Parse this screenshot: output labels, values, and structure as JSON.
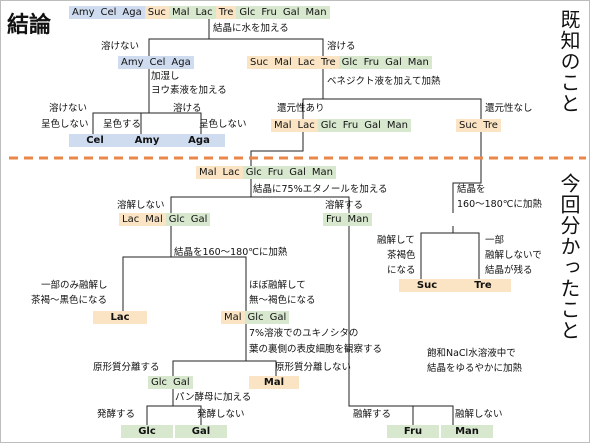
{
  "title": "結論",
  "side_known": "既知のこと",
  "side_found": "今回分かったこと",
  "colors": {
    "green": "#d8e8cf",
    "orange": "#fbe4c4",
    "blue": "#cfdcf0",
    "dash": "#e9874a"
  },
  "nodes": {
    "root": [
      "Amy",
      "Cel",
      "Aga",
      "Suc",
      "Mal",
      "Lac",
      "Tre",
      "Glc",
      "Fru",
      "Gal",
      "Man"
    ],
    "insol": [
      "Amy",
      "Cel",
      "Aga"
    ],
    "sol": [
      "Suc",
      "Mal",
      "Lac",
      "Tre",
      "Glc",
      "Fru",
      "Gal",
      "Man"
    ],
    "red": [
      "Mal",
      "Lac",
      "Glc",
      "Fru",
      "Gal",
      "Man"
    ],
    "nonred": [
      "Suc",
      "Tre"
    ],
    "cel": "Cel",
    "amy": "Amy",
    "aga": "Aga",
    "red2": [
      "Mal",
      "Lac",
      "Glc",
      "Fru",
      "Gal",
      "Man"
    ],
    "dis": [
      "Lac",
      "Mal",
      "Glc",
      "Gal"
    ],
    "fruman": [
      "Fru",
      "Man"
    ],
    "suc": "Suc",
    "tre": "Tre",
    "lac": "Lac",
    "malglcgal": [
      "Mal",
      "Glc",
      "Gal"
    ],
    "glcgal": [
      "Glc",
      "Gal"
    ],
    "mal": "Mal",
    "glc": "Glc",
    "gal": "Gal",
    "fru": "Fru",
    "man": "Man"
  },
  "labels": {
    "water": "結晶に水を加える",
    "insoluble": "溶けない",
    "soluble": "溶ける",
    "starch1": "加湿し",
    "starch2": "ヨウ素液を加える",
    "benedict": "ベネジクト液を加えて加熱",
    "l_insol": "溶けない",
    "l_nocolor": "呈色しない",
    "l_color": "呈色する",
    "l_sol": "溶ける",
    "l_nocolor2": "呈色しない",
    "reducing": "還元性あり",
    "nonreducing": "還元性なし",
    "ethanol": "結晶に75%エタノールを加える",
    "nodissolve": "溶解しない",
    "dissolve": "溶解する",
    "heat1a": "結晶を",
    "heat1b": "160～180℃に加熱",
    "heat2": "結晶を160～180℃に加熱",
    "partial1": "一部のみ融解し",
    "partial2": "茶褐～黒色になる",
    "almost1": "ほぼ融解して",
    "almost2": "無～褐色になる",
    "melt1": "融解して",
    "melt2": "茶褐色",
    "melt3": "になる",
    "part1": "一部",
    "part2": "融解しないで",
    "part3": "結晶が残る",
    "yukino1": "7%溶液でのユキノシタの",
    "yukino2": "葉の裏側の表皮細胞を観察する",
    "plas": "原形質分離する",
    "noplas": "原形質分離しない",
    "yeast": "パン酵母に加える",
    "ferm": "発酵する",
    "noferm": "発酵しない",
    "nacl1": "飽和NaCl水溶液中で",
    "nacl2": "結晶をゆるやかに加熱",
    "dis2": "融解する",
    "nodis2": "融解しない"
  }
}
